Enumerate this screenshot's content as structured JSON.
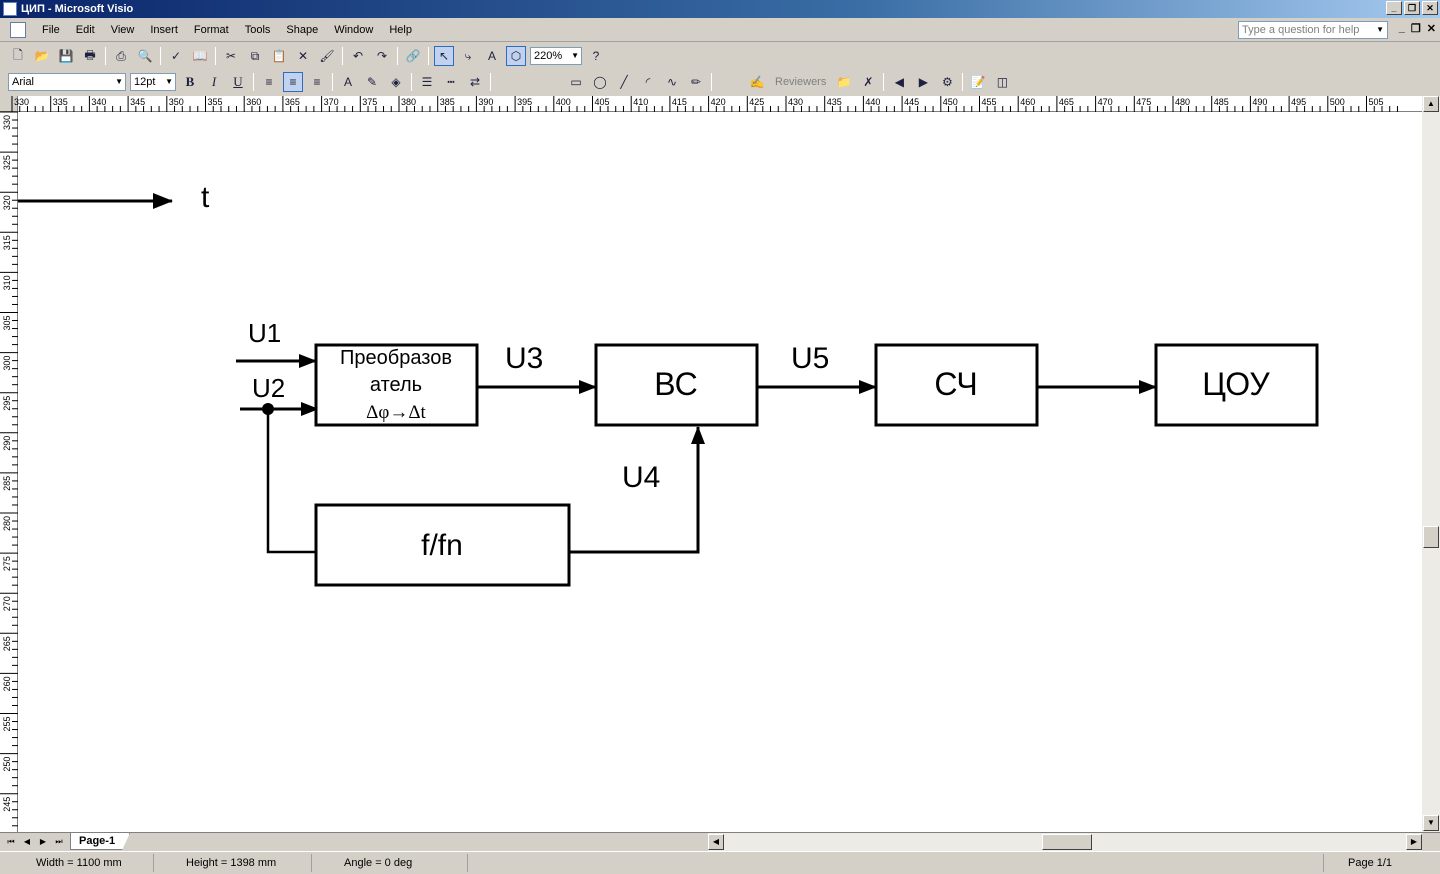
{
  "window": {
    "title": "ЦИП - Microsoft Visio",
    "buttons": [
      "_",
      "❐",
      "✕"
    ]
  },
  "menu": {
    "items": [
      "File",
      "Edit",
      "View",
      "Insert",
      "Format",
      "Tools",
      "Shape",
      "Window",
      "Help"
    ],
    "help_placeholder": "Type a question for help"
  },
  "toolbar": {
    "zoom": "220%",
    "font": "Arial",
    "font_size": "12pt",
    "bold": "B",
    "italic": "I",
    "underline": "U",
    "reviewers": "Reviewers"
  },
  "rulers": {
    "horizontal": [
      "330",
      "335",
      "340",
      "345",
      "350",
      "355",
      "360",
      "365",
      "370",
      "375",
      "380",
      "385",
      "390",
      "395",
      "400",
      "405",
      "410",
      "415",
      "420",
      "425",
      "430",
      "435",
      "440",
      "445",
      "450",
      "455",
      "460",
      "465",
      "470",
      "475",
      "480",
      "485",
      "490",
      "495",
      "500",
      "505"
    ],
    "vertical": [
      "330",
      "325",
      "320",
      "315",
      "310",
      "305",
      "300",
      "295",
      "290",
      "285",
      "280",
      "275",
      "270",
      "265",
      "260",
      "255",
      "250",
      "245"
    ]
  },
  "diagram": {
    "time_axis_label": "t",
    "inputs": [
      "U1",
      "U2"
    ],
    "converter_lines": [
      "Преобразов",
      "атель",
      "Δφ→Δt"
    ],
    "signal_u3": "U3",
    "signal_u4": "U4",
    "signal_u5": "U5",
    "block_vs": "ВС",
    "block_sch": "СЧ",
    "block_tsou": "ЦОУ",
    "block_divider": "f/fn"
  },
  "page_tabs": [
    "Page-1"
  ],
  "status": {
    "width": "Width = 1100 mm",
    "height": "Height = 1398 mm",
    "angle": "Angle = 0 deg",
    "page": "Page 1/1"
  }
}
